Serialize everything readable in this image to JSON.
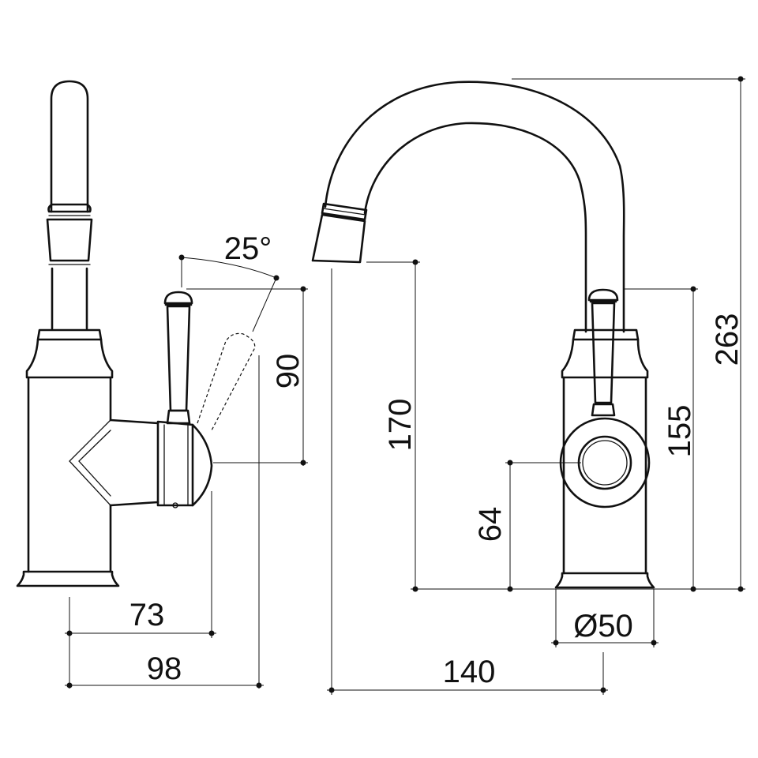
{
  "drawing": {
    "dimensions": {
      "angle": "25°",
      "handle_drop": "90",
      "lever_reach": "73",
      "body_depth": "98",
      "spout_outlet_height": "170",
      "handle_top_height": "155",
      "overall_height": "263",
      "pivot_height": "64",
      "base_diameter": "Ø50",
      "spout_reach": "140"
    }
  }
}
